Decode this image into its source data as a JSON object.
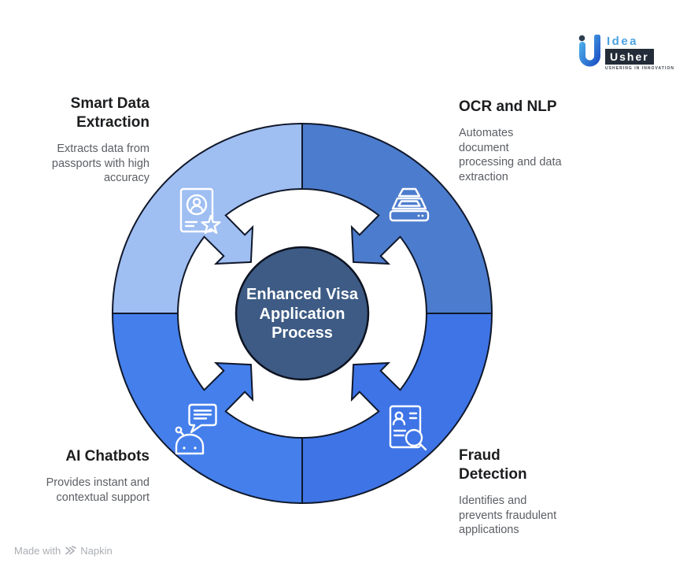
{
  "brand": {
    "idea": "Idea",
    "usher": "Usher",
    "tagline": "USHERING IN INNOVATION"
  },
  "center": {
    "title": "Enhanced Visa\nApplication\nProcess",
    "color": "#3d5b84"
  },
  "sections": {
    "top_left": {
      "title": "Smart Data\nExtraction",
      "body": "Extracts data from\npassports with high\naccuracy",
      "color": "#9fbef2",
      "icon": "id-card-star"
    },
    "top_right": {
      "title": "OCR and NLP",
      "body": "Automates\ndocument\nprocessing and data\nextraction",
      "color": "#4c7ccd",
      "icon": "scanner"
    },
    "bottom_left": {
      "title": "AI Chatbots",
      "body": "Provides instant and\ncontextual support",
      "color": "#447fec",
      "icon": "chatbot"
    },
    "bottom_right": {
      "title": "Fraud\nDetection",
      "body": "Identifies and\nprevents fraudulent\napplications",
      "color": "#3e74e6",
      "icon": "document-search"
    }
  },
  "footer": {
    "made_with": "Made with",
    "brand": "Napkin"
  }
}
